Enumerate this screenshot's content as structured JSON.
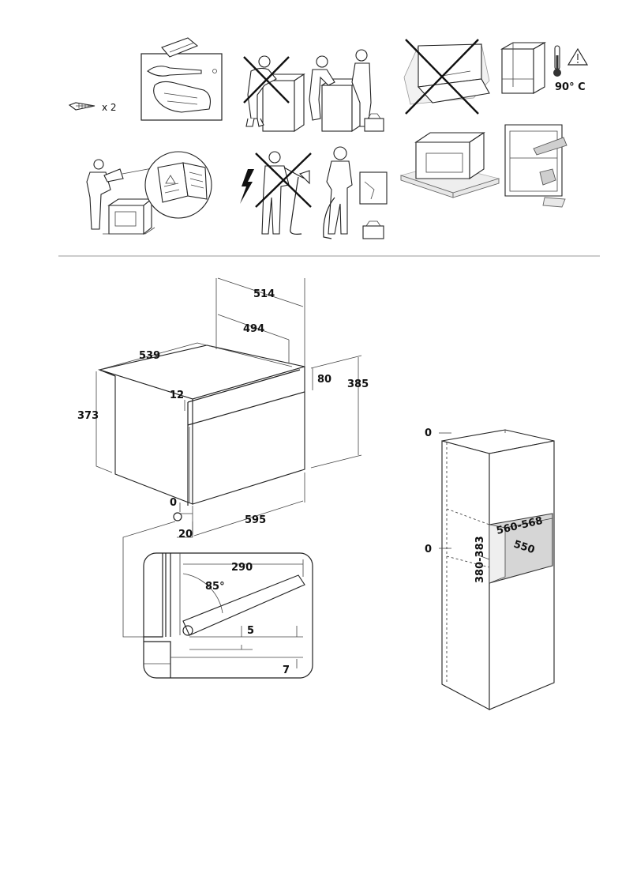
{
  "icons": {
    "screws_qty": "x 2",
    "temperature": "90° C"
  },
  "appliance_dims": {
    "width_total": "539",
    "depth_total": "514",
    "depth_body": "494",
    "height_body": "373",
    "height_total": "385",
    "panel_top": "80",
    "gap_top": "12",
    "width_front": "595",
    "offset_zero": "0",
    "offset_bottom": "20"
  },
  "door_detail": {
    "door_length": "290",
    "angle": "85°",
    "clearance_a": "5",
    "clearance_b": "7"
  },
  "cabinet_dims": {
    "zero_top": "0",
    "zero_side": "0",
    "niche_width": "560-568",
    "niche_depth": "550",
    "niche_height": "380-383"
  }
}
